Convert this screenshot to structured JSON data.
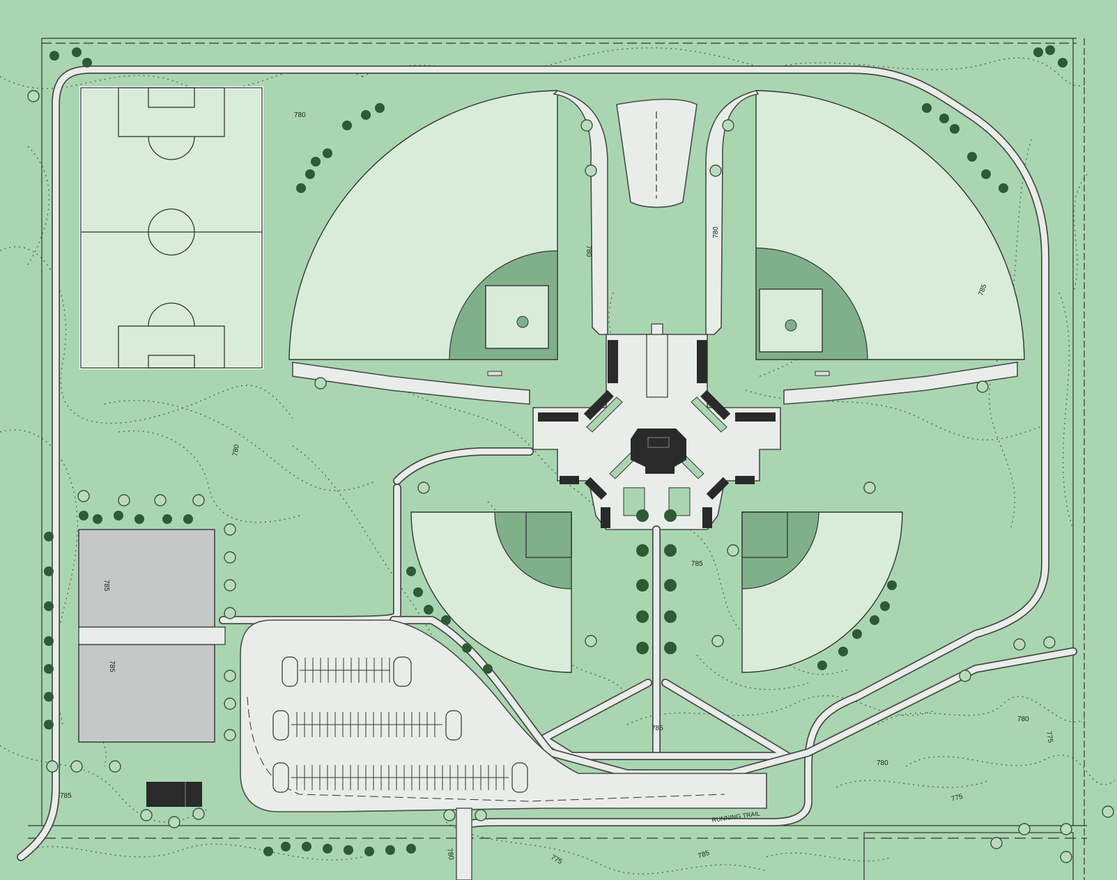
{
  "title": "",
  "colors": {
    "grass": "#a9d6b0",
    "playfield": "#d8ecd9",
    "infield": "#7fb08a",
    "pavement": "#e9ede9",
    "court": "#c4c8c6",
    "building": "#2a2a2a",
    "tree": "#2f5a36"
  },
  "contour_labels": {
    "c780_nw": "780",
    "c780_field1": "780",
    "c780_field2": "780",
    "c785_east": "785",
    "c780_west": "780",
    "c785_court1": "785",
    "c785_court2": "785",
    "c785_center": "785",
    "c785_lower": "785",
    "c785_sw": "785",
    "c780_se": "780",
    "c775_se": "775",
    "c780_south": "780",
    "c775_east": "775",
    "c785_bottom": "785",
    "c775_south": "775",
    "c780_parking": "780"
  },
  "path_labels": {
    "running_trail": "RUNNING TRAIL"
  },
  "features": [
    {
      "name": "soccer field"
    },
    {
      "name": "baseball diamond",
      "count": 4
    },
    {
      "name": "tennis courts",
      "count": 2
    },
    {
      "name": "central concession building"
    },
    {
      "name": "parking lot"
    },
    {
      "name": "maintenance building"
    }
  ]
}
